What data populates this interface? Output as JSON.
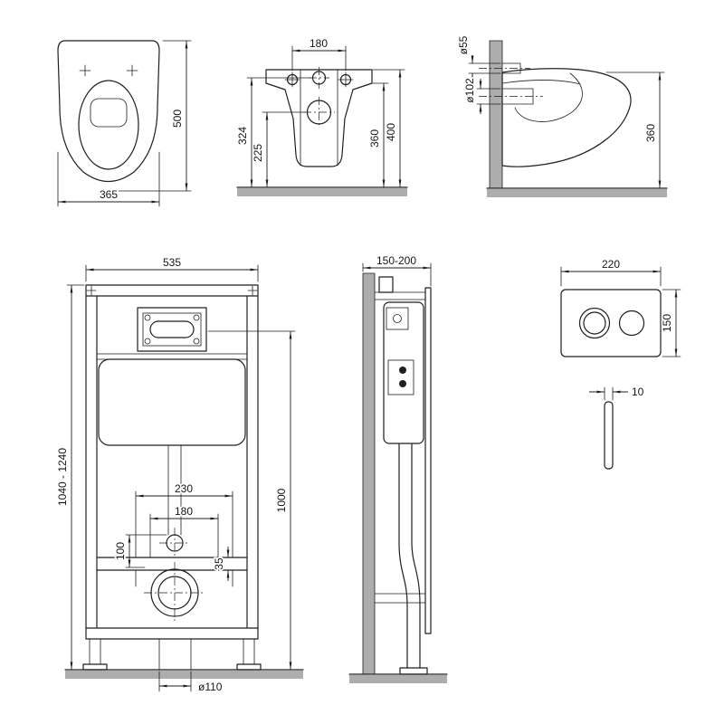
{
  "palette": {
    "background": "#ffffff",
    "line": "#1f1f1f",
    "concrete_gray": "#adadad"
  },
  "views": {
    "bowl_top": {
      "width_mm": "365",
      "depth_mm": "500"
    },
    "bowl_front": {
      "bolt_spacing_mm": "180",
      "inlet_height_mm": "324",
      "outlet_height_mm": "225",
      "bowl_height_mm": "360",
      "total_height_mm": "400"
    },
    "bowl_side": {
      "inlet_diameter": "ø55",
      "outlet_diameter": "ø102",
      "height_mm": "360"
    },
    "frame_front": {
      "width_mm": "535",
      "height_range_mm": "1040 - 1240",
      "panel_height_mm": "1000",
      "span_230_mm": "230",
      "span_180_mm": "180",
      "offset_100_mm": "100",
      "offset_35_mm": "35",
      "drain_diameter": "ø110"
    },
    "frame_side": {
      "depth_range_mm": "150-200"
    },
    "plate": {
      "width_mm": "220",
      "height_mm": "150",
      "thickness_mm": "10"
    }
  }
}
